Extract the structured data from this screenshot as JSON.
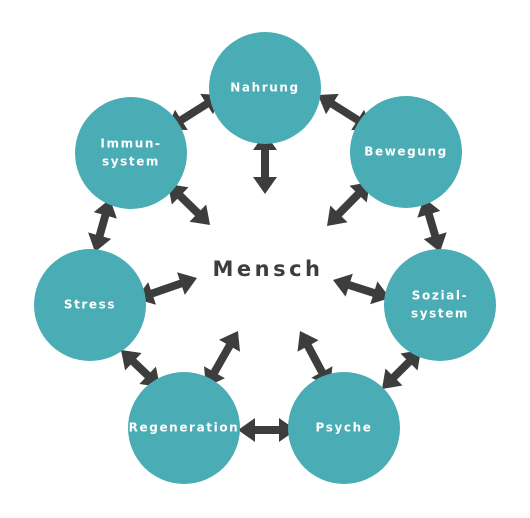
{
  "center": {
    "label": "Mensch"
  },
  "nodes": [
    {
      "id": "nahrung",
      "lines": [
        "Nahrung"
      ]
    },
    {
      "id": "bewegung",
      "lines": [
        "Bewegung"
      ]
    },
    {
      "id": "sozialsystem",
      "lines": [
        "Sozial-",
        "system"
      ]
    },
    {
      "id": "psyche",
      "lines": [
        "Psyche"
      ]
    },
    {
      "id": "regeneration",
      "lines": [
        "Regeneration"
      ]
    },
    {
      "id": "stress",
      "lines": [
        "Stress"
      ]
    },
    {
      "id": "immunsystem",
      "lines": [
        "Immun-",
        "system"
      ]
    }
  ],
  "colors": {
    "node": "#4aacb4",
    "arrow": "#3d3d3d",
    "text_on_node": "#ffffff",
    "center_text": "#3d3d3d"
  }
}
